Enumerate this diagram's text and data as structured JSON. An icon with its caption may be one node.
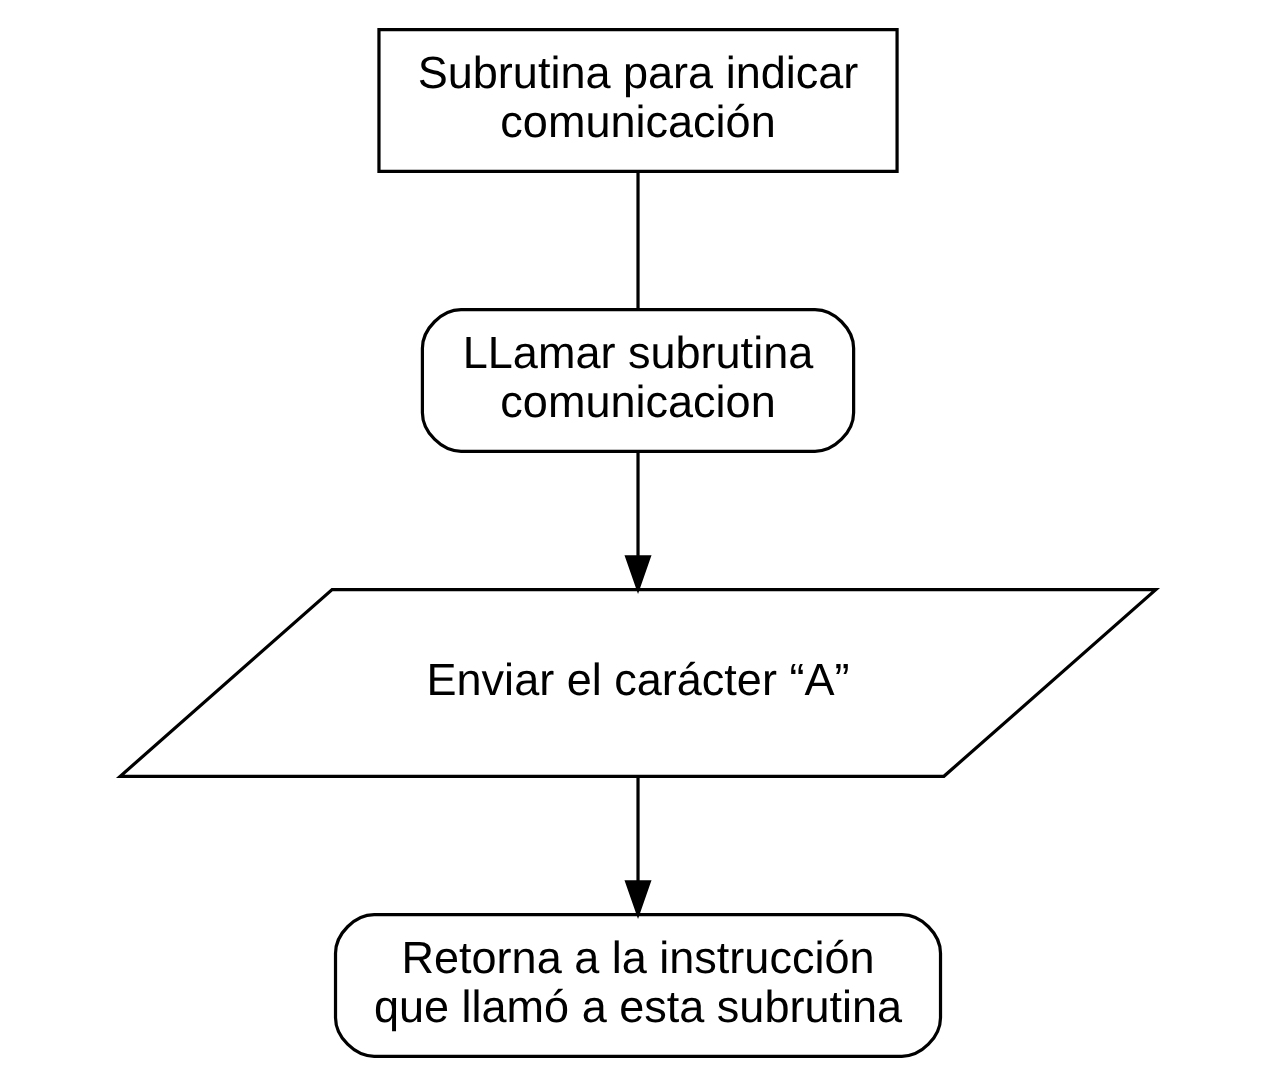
{
  "diagram": {
    "nodes": [
      {
        "text": [
          "Subrutina para indicar comunicación"
        ]
      },
      {
        "text": [
          "LLamar subrutina comunicacion"
        ]
      },
      {
        "text": [
          "Enviar el carácter “A”"
        ]
      },
      {
        "text": [
          "Retorna a la instrucción que llamó a esta subrutina"
        ]
      }
    ],
    "edges": [
      {
        "from": 0,
        "to": 1,
        "arrow": "none"
      },
      {
        "from": 1,
        "to": 2,
        "arrow": "to"
      },
      {
        "from": 2,
        "to": 3,
        "arrow": "to"
      }
    ]
  }
}
